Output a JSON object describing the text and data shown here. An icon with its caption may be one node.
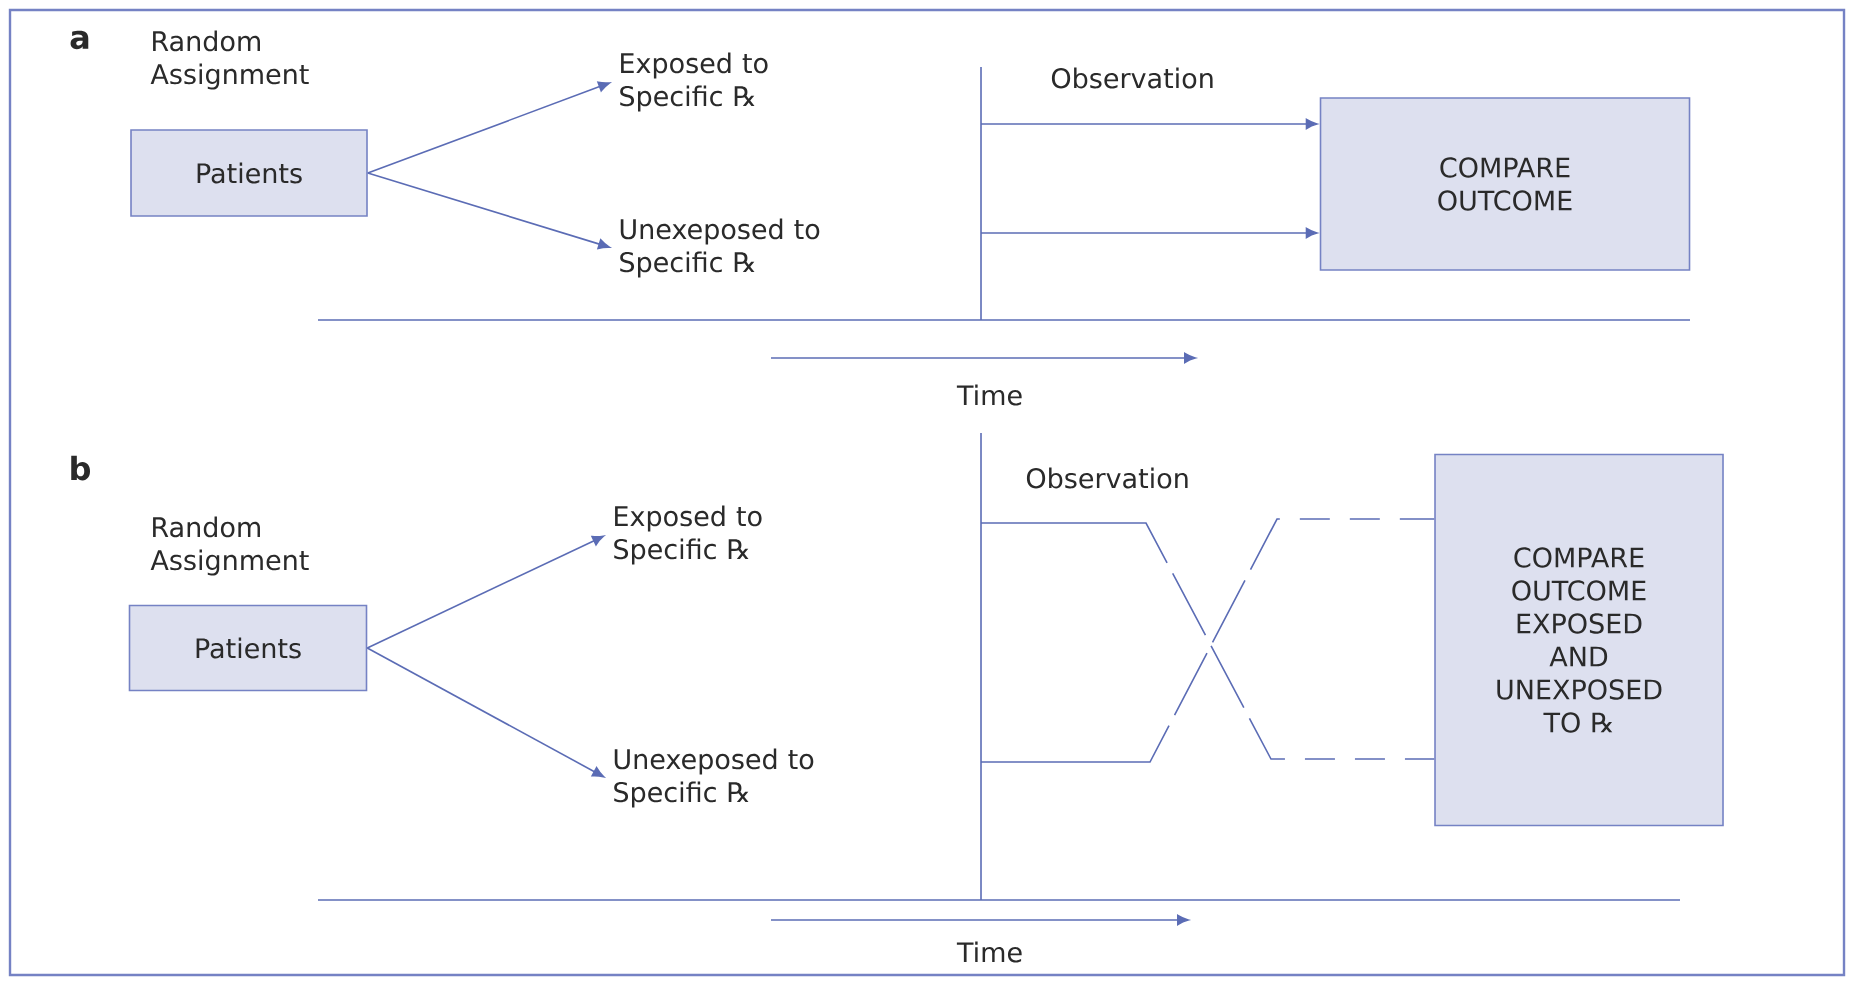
{
  "diagram": {
    "nodes": [
      {
        "text": [
          "Patients"
        ],
        "beside": [
          "Random Assignment"
        ]
      },
      {
        "text": [
          "Exposed to Specific ℞"
        ]
      },
      {
        "text": [
          "Unexeposed to Specific ℞"
        ]
      },
      {
        "text": [
          "COMPARE OUTCOME"
        ]
      },
      {
        "text": [
          "Patients"
        ],
        "beside": [
          "Random Assignment"
        ]
      },
      {
        "text": [
          "Exposed to Specific ℞"
        ]
      },
      {
        "text": [
          "Unexeposed to Specific ℞"
        ]
      },
      {
        "text": [
          "COMPARE OUTCOME EXPOSED AND UNEXPOSED TO ℞"
        ]
      }
    ],
    "edges": [
      {
        "from": 0,
        "to": 1,
        "arrow": "to"
      },
      {
        "from": 0,
        "to": 2,
        "arrow": "to"
      },
      {
        "from": null,
        "to": 3,
        "arrow": "to"
      },
      {
        "from": null,
        "to": 3,
        "arrow": "to"
      },
      {
        "from": 4,
        "to": 5,
        "arrow": "to"
      },
      {
        "from": 4,
        "to": 6,
        "arrow": "to"
      },
      {
        "from": null,
        "to": 7,
        "arrow": "none",
        "style": "dashed"
      },
      {
        "from": null,
        "to": 7,
        "arrow": "none",
        "style": "dashed"
      }
    ],
    "labels": [
      "a",
      "Observation",
      "Time",
      "b",
      "Observation",
      "Time"
    ]
  }
}
